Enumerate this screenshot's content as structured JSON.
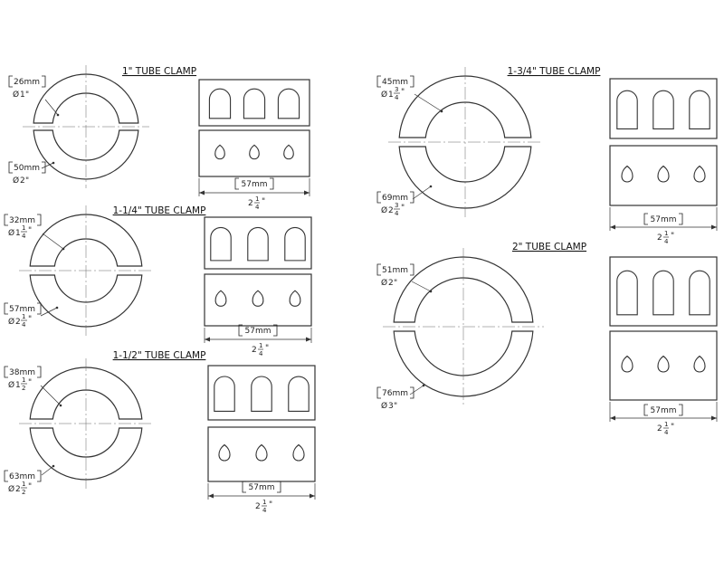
{
  "clamps": [
    {
      "id": "c1",
      "title": "1\" TUBE CLAMP",
      "inner_mm": "26mm",
      "inner_whole": "1",
      "inner_num": "",
      "inner_den": "",
      "outer_mm": "50mm",
      "outer_whole": "2",
      "outer_num": "",
      "outer_den": "",
      "len_mm": "57mm",
      "len_whole": "2",
      "len_num": "1",
      "len_den": "4"
    },
    {
      "id": "c2",
      "title": "1-1/4\" TUBE CLAMP",
      "inner_mm": "32mm",
      "inner_whole": "1",
      "inner_num": "1",
      "inner_den": "4",
      "outer_mm": "57mm",
      "outer_whole": "2",
      "outer_num": "1",
      "outer_den": "4",
      "len_mm": "57mm",
      "len_whole": "2",
      "len_num": "1",
      "len_den": "4"
    },
    {
      "id": "c3",
      "title": "1-1/2\" TUBE CLAMP",
      "inner_mm": "38mm",
      "inner_whole": "1",
      "inner_num": "1",
      "inner_den": "2",
      "outer_mm": "63mm",
      "outer_whole": "2",
      "outer_num": "1",
      "outer_den": "2",
      "len_mm": "57mm",
      "len_whole": "2",
      "len_num": "1",
      "len_den": "4"
    },
    {
      "id": "c4",
      "title": "1-3/4\" TUBE CLAMP",
      "inner_mm": "45mm",
      "inner_whole": "1",
      "inner_num": "3",
      "inner_den": "4",
      "outer_mm": "69mm",
      "outer_whole": "2",
      "outer_num": "3",
      "outer_den": "4",
      "len_mm": "57mm",
      "len_whole": "2",
      "len_num": "1",
      "len_den": "4"
    },
    {
      "id": "c5",
      "title": "2\" TUBE CLAMP",
      "inner_mm": "51mm",
      "inner_whole": "2",
      "inner_num": "",
      "inner_den": "",
      "outer_mm": "76mm",
      "outer_whole": "3",
      "outer_num": "",
      "outer_den": "",
      "len_mm": "57mm",
      "len_whole": "2",
      "len_num": "1",
      "len_den": "4"
    }
  ],
  "symbols": {
    "diameter": "Ø",
    "inch": "\""
  }
}
